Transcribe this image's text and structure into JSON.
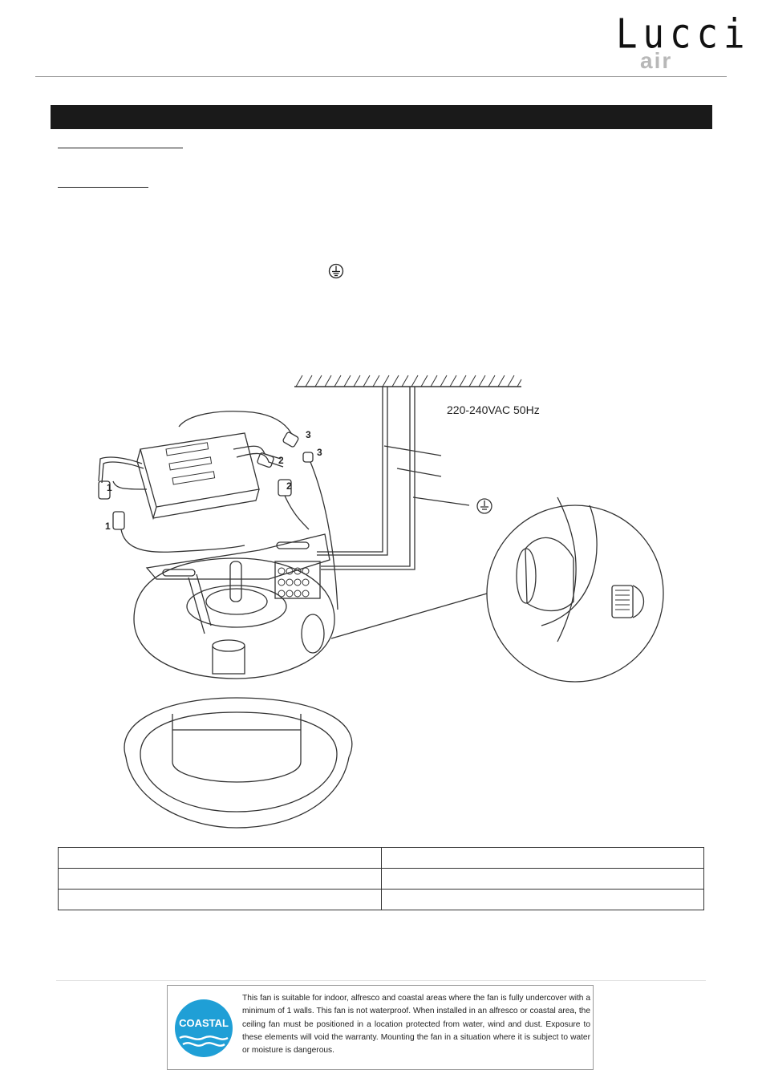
{
  "brand": {
    "name": "Lucci",
    "subname": "air"
  },
  "diagram": {
    "supply_label": "220-240VAC 50Hz",
    "connector_labels": [
      "1",
      "1",
      "2",
      "2",
      "3",
      "3"
    ]
  },
  "notice": {
    "badge_text": "COASTAL",
    "text": "This fan is suitable for indoor, alfresco and coastal areas where the fan is fully undercover with a minimum of 1 walls. This fan is not waterproof. When installed in an alfresco or coastal area, the ceiling fan must be positioned in a location protected from water, wind and dust. Exposure to these elements will void the warranty. Mounting the fan in a situation where it is subject to water or moisture is dangerous."
  },
  "colors": {
    "section_bar": "#1a1a1a",
    "brand_grey": "#b8b8b8",
    "coastal_blue": "#1f9fd6"
  }
}
